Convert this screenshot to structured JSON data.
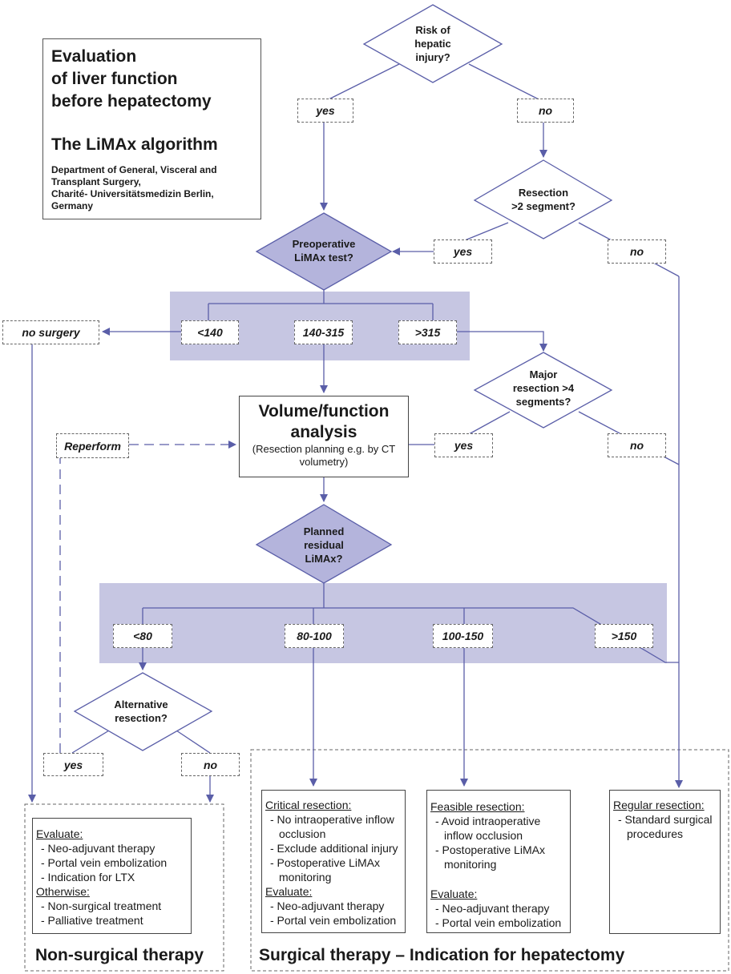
{
  "title_box": {
    "title_line1": "Evaluation",
    "title_line2": "of liver function",
    "title_line3": "before hepatectomy",
    "subtitle": "The LiMAx algorithm",
    "affil_line1": "Department of General, Visceral and",
    "affil_line2": "Transplant Surgery,",
    "affil_line3": "Charité- Universitätsmedizin Berlin,",
    "affil_line4": "Germany"
  },
  "decisions": {
    "risk": [
      "Risk of",
      "hepatic",
      "injury?"
    ],
    "resection_2seg": [
      "Resection",
      ">2 segment?"
    ],
    "preop_test": [
      "Preoperative",
      "LiMAx test?"
    ],
    "major_resection": [
      "Major",
      "resection >4",
      "segments?"
    ],
    "planned_residual": [
      "Planned",
      "residual",
      "LiMAx?"
    ],
    "alt_resection": [
      "Alternative",
      "resection?"
    ]
  },
  "labels": {
    "yes_risk": "yes",
    "no_risk": "no",
    "yes_resection": "yes",
    "no_resection": "no",
    "no_surgery": "no surgery",
    "lt140": "<140",
    "r140_315": "140-315",
    "gt315": ">315",
    "yes_major": "yes",
    "no_major": "no",
    "reperform": "Reperform",
    "lt80": "<80",
    "r80_100": "80-100",
    "r100_150": "100-150",
    "gt150": ">150",
    "yes_alt": "yes",
    "no_alt": "no"
  },
  "volume_box": {
    "title_line1": "Volume/function",
    "title_line2": "analysis",
    "sub_line1": "(Resection planning e.g. by CT",
    "sub_line2": "volumetry)"
  },
  "nonsurgical": {
    "heading1": "Evaluate:",
    "items1": [
      "- Neo-adjuvant therapy",
      "- Portal vein embolization",
      "- Indication for LTX"
    ],
    "heading2": "Otherwise:",
    "items2": [
      "- Non-surgical treatment",
      "- Palliative treatment"
    ],
    "section_title": "Non-surgical therapy"
  },
  "critical": {
    "heading1": "Critical resection:",
    "items1": [
      "- No intraoperative inflow",
      "occlusion",
      "- Exclude additional injury",
      "- Postoperative LiMAx",
      "monitoring"
    ],
    "heading2": "Evaluate:",
    "items2": [
      "- Neo-adjuvant therapy",
      "- Portal vein embolization"
    ]
  },
  "feasible": {
    "heading1": "Feasible resection:",
    "items1": [
      "- Avoid intraoperative",
      "inflow occlusion",
      "- Postoperative LiMAx",
      "monitoring"
    ],
    "heading2": "Evaluate:",
    "items2": [
      "- Neo-adjuvant therapy",
      "- Portal vein embolization"
    ]
  },
  "regular": {
    "heading1": "Regular resection:",
    "items1": [
      "- Standard surgical",
      "procedures"
    ]
  },
  "surgical_section_title": "Surgical therapy – Indication for hepatectomy",
  "colors": {
    "line": "#5a5ea8",
    "band": "#c6c6e2",
    "diamond_fill": "#b4b4dc"
  }
}
